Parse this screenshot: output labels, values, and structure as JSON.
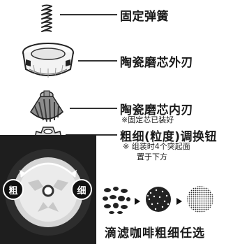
{
  "parts": {
    "spring": {
      "label": "固定弹簧"
    },
    "outer_burr": {
      "label": "陶瓷磨芯外刃"
    },
    "inner_burr": {
      "label": "陶瓷磨芯内刃",
      "note": "※固定芯已装好"
    },
    "adjuster": {
      "label": "粗细(粒度)调换钮",
      "note_line1": "※ 组装时4个突起面",
      "note_line2": "置于下方"
    }
  },
  "dial": {
    "coarse": "粗",
    "fine": "细"
  },
  "grind_levels": [
    "coarse-grounds-icon",
    "medium-grounds-icon",
    "fine-grounds-icon"
  ],
  "footer": "滴滤咖啡粗细任选"
}
